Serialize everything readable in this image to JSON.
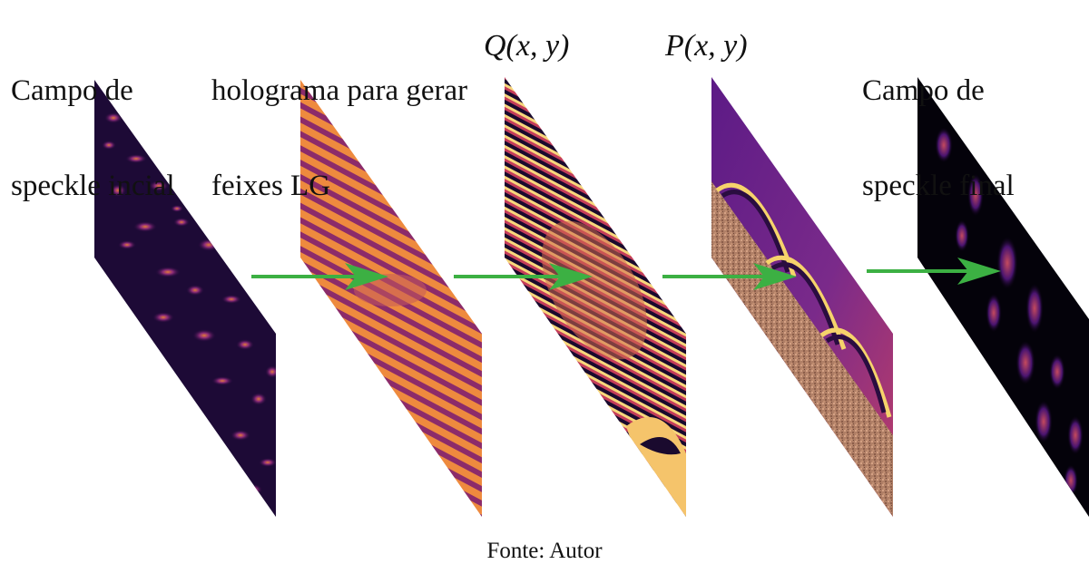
{
  "labels": {
    "panel1": [
      "Campo de",
      "speckle incial"
    ],
    "panel2": [
      "holograma para gerar",
      "feixes LG"
    ],
    "panel3": "Q(x, y)",
    "panel4": "P(x, y)",
    "panel5": [
      "Campo de",
      "speckle final"
    ]
  },
  "footer": "Fonte: Autor",
  "colors": {
    "arrow": "#3cb043",
    "inferno_dark": "#0a0524",
    "inferno_purple": "#55167a",
    "inferno_magenta": "#b6376a",
    "inferno_orange": "#ef7d1a",
    "inferno_yellow": "#fcf7a6",
    "noise_tan": "#b7866c"
  }
}
